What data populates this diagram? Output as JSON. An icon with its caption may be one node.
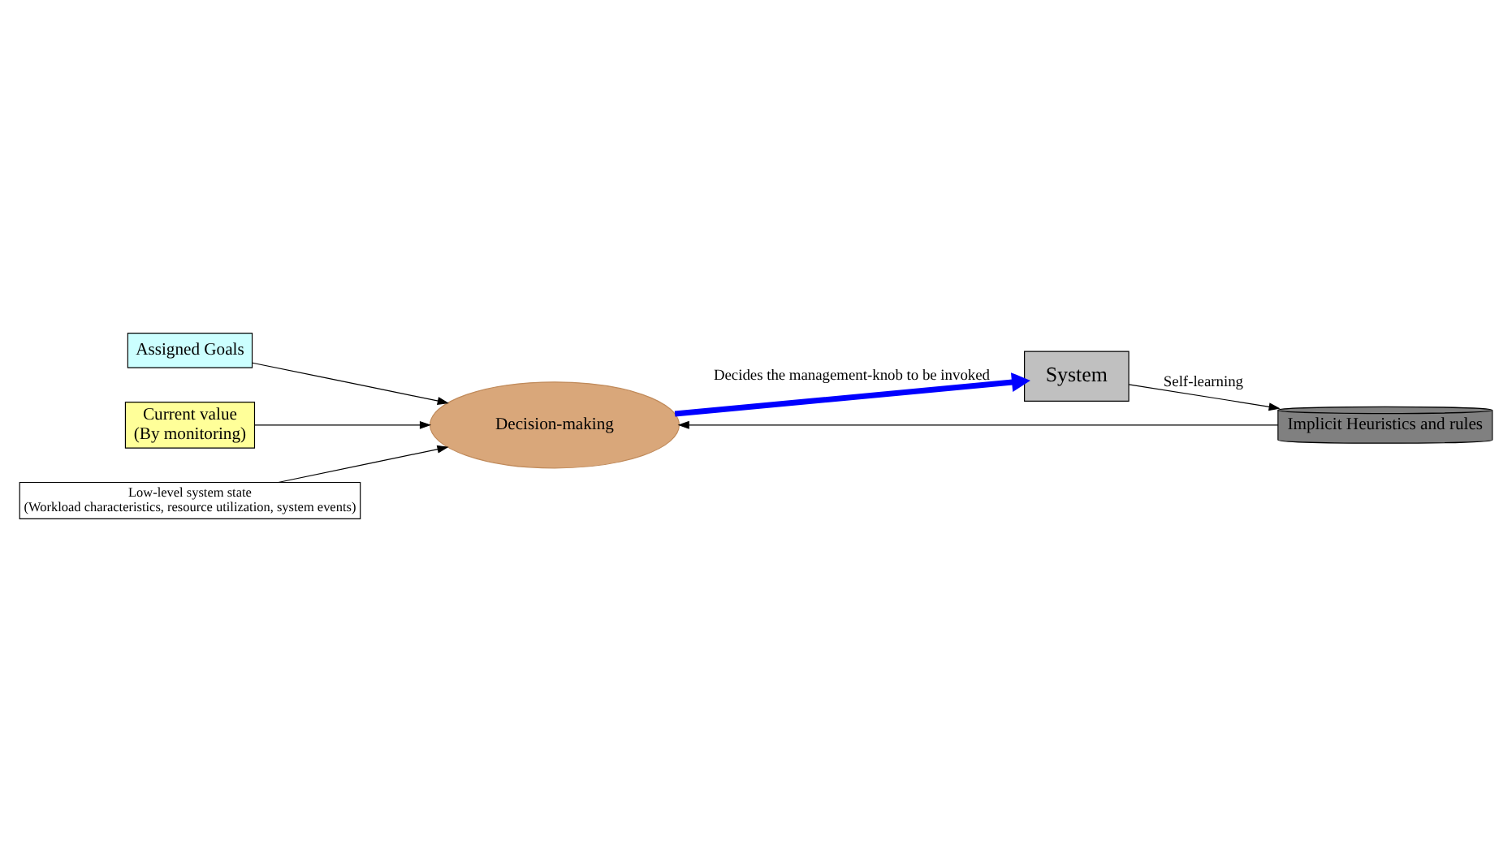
{
  "diagram": {
    "nodes": [
      {
        "text": [
          "Assigned Goals"
        ]
      },
      {
        "text": [
          "Current value",
          "(By monitoring)"
        ]
      },
      {
        "text": [
          "Decision-making"
        ]
      },
      {
        "text": [
          "Implicit Heuristics and rules"
        ]
      },
      {
        "text": [
          "System"
        ]
      },
      {
        "text": [
          "Low-level system state",
          "(Workload characteristics, resource utilization, system events)"
        ]
      }
    ],
    "edges": [
      {
        "from": 0,
        "to": 2,
        "arrow": "to"
      },
      {
        "from": 3,
        "to": 2,
        "arrow": "to"
      },
      {
        "from": 1,
        "to": 2,
        "arrow": "to"
      },
      {
        "from": 2,
        "to": 4,
        "arrow": "to",
        "label": "Decides the management-knob to be invoked",
        "style": "thick",
        "color": "#0000ff"
      },
      {
        "from": 4,
        "to": 3,
        "arrow": "to",
        "label": "Self-learning"
      },
      {
        "from": 5,
        "to": 2,
        "arrow": "to"
      }
    ]
  }
}
